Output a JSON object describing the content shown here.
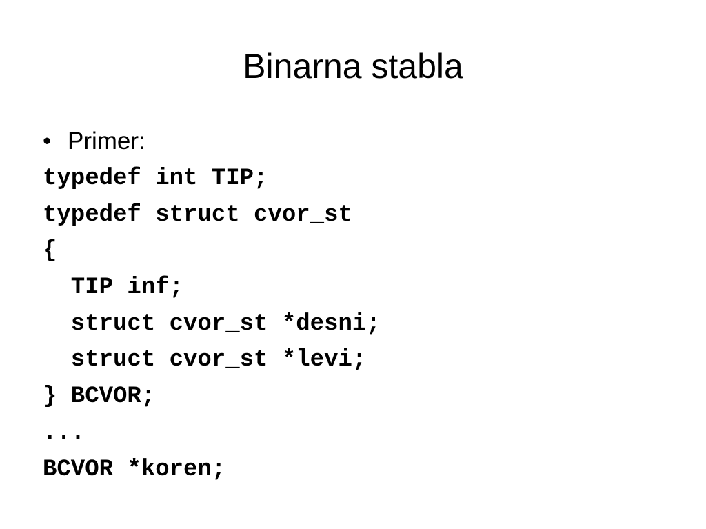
{
  "slide": {
    "title": "Binarna stabla",
    "bullet": {
      "symbol": "•",
      "text": "Primer:"
    },
    "code_lines": [
      "typedef int TIP;",
      "typedef struct cvor_st",
      "{",
      "  TIP inf;",
      "  struct cvor_st *desni;",
      "  struct cvor_st *levi;",
      "} BCVOR;",
      "...",
      "BCVOR *koren;"
    ]
  }
}
